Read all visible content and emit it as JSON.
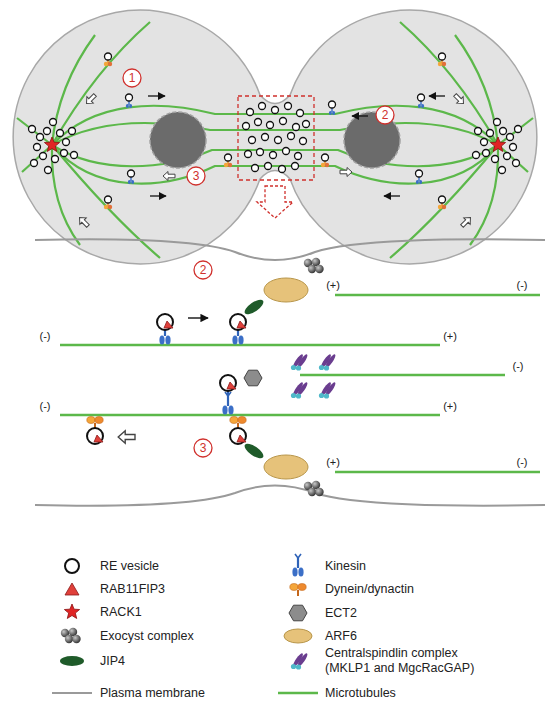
{
  "diagram": {
    "labels": [
      "1",
      "2",
      "3",
      "2",
      "(+)",
      "(-)",
      "(-)",
      "(+)",
      "(-)",
      "(-)",
      "(+)",
      "3",
      "(+)",
      "(-)"
    ],
    "legend": [
      {
        "text": "RE vesicle"
      },
      {
        "text": "Kinesin"
      },
      {
        "text": "RAB11FIP3"
      },
      {
        "text": "Dynein/dynactin"
      },
      {
        "text": "RACK1"
      },
      {
        "text": "ECT2"
      },
      {
        "text": "Exocyst complex"
      },
      {
        "text": "ARF6"
      },
      {
        "text": "JIP4"
      },
      {
        "text": "Centralspindlin complex (MKLP1 and MgcRacGAP)"
      },
      {
        "text": "Plasma membrane"
      },
      {
        "text": "Microtubules"
      }
    ]
  }
}
